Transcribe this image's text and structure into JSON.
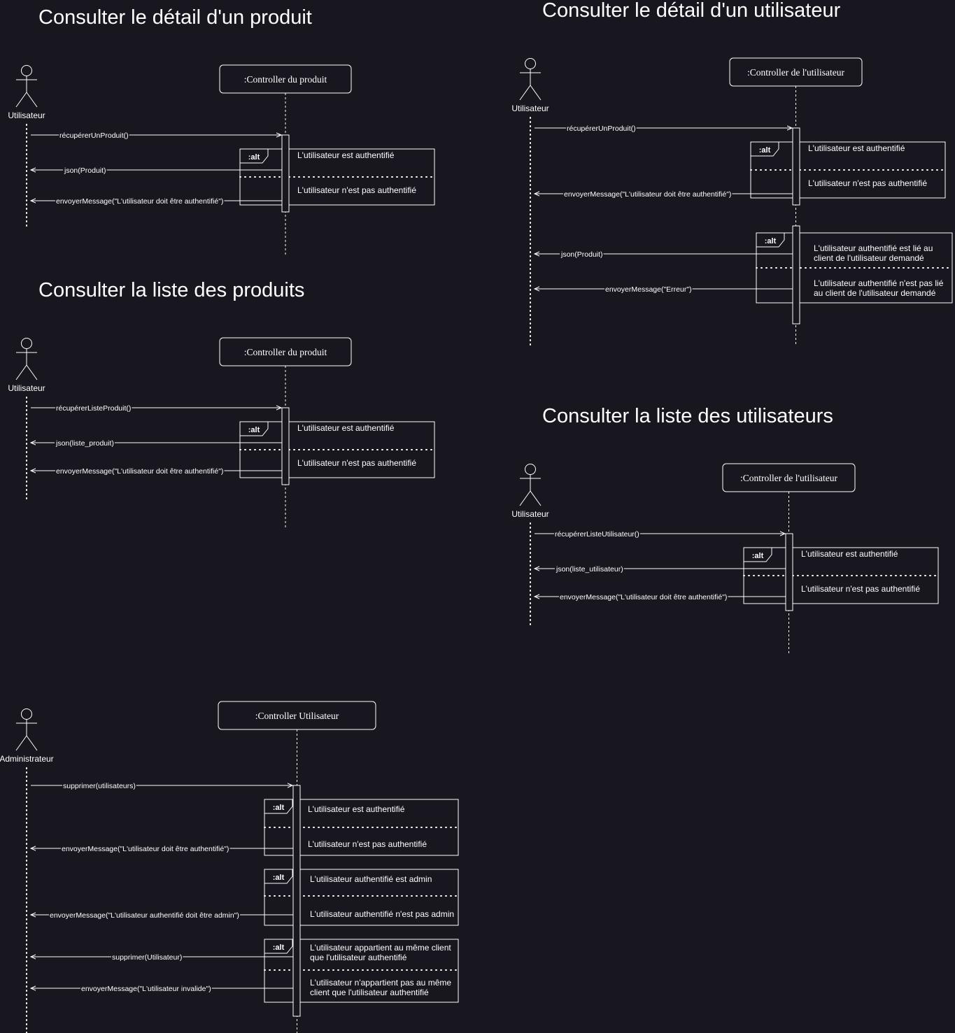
{
  "colors": {
    "background": "#18161f",
    "stroke": "#ffffff"
  },
  "diagrams": [
    {
      "title": "Consulter le détail d'un produit",
      "actor": "Utilisateur",
      "controller": ":Controller du produit",
      "messages": [
        "récupérerUnProduit()",
        "json(Produit)",
        "envoyerMessage(\"L'utilisateur doit être authentifié\")"
      ],
      "alts": [
        {
          "label": ":alt",
          "conditions": [
            "L'utilisateur est authentifié",
            "L'utilisateur n'est pas authentifié"
          ]
        }
      ]
    },
    {
      "title": "Consulter la liste des produits",
      "actor": "Utilisateur",
      "controller": ":Controller du produit",
      "messages": [
        "récupérerListeProduit()",
        "json(liste_produit)",
        "envoyerMessage(\"L'utilisateur doit être authentifié\")"
      ],
      "alts": [
        {
          "label": ":alt",
          "conditions": [
            "L'utilisateur est authentifié",
            "L'utilisateur n'est pas authentifié"
          ]
        }
      ]
    },
    {
      "title": "Consulter le détail d'un utilisateur",
      "actor": "Utilisateur",
      "controller": ":Controller de l'utilisateur",
      "messages": [
        "récupérerUnProduit()",
        "envoyerMessage(\"L'utilisateur doit être authentifié\")",
        "json(Produit)",
        "envoyerMessage(\"Erreur\")"
      ],
      "alts": [
        {
          "label": ":alt",
          "conditions": [
            "L'utilisateur est authentifié",
            "L'utilisateur n'est pas authentifié"
          ]
        },
        {
          "label": ":alt",
          "conditions": [
            [
              "L'utilisateur authentifié est lié au",
              "client de l'utilisateur demandé"
            ],
            [
              "L'utilisateur authentifié n'est pas lié",
              "au client de l'utilisateur demandé"
            ]
          ]
        }
      ]
    },
    {
      "title": "Consulter la liste des utilisateurs",
      "actor": "Utilisateur",
      "controller": ":Controller de l'utilisateur",
      "messages": [
        "récupérerListeUtilisateur()",
        "json(liste_utilisateur)",
        "envoyerMessage(\"L'utilisateur doit être authentifié\")"
      ],
      "alts": [
        {
          "label": ":alt",
          "conditions": [
            "L'utilisateur est authentifié",
            "L'utilisateur n'est pas authentifié"
          ]
        }
      ]
    },
    {
      "title": "",
      "actor": "Administrateur",
      "controller": ":Controller Utilisateur",
      "messages": [
        "supprimer(utilisateurs)",
        "envoyerMessage(\"L'utilisateur doit être authentifié\")",
        "envoyerMessage(\"L'utilisateur authentifié doit être admin\")",
        "supprimer(Utilisateur)",
        "envoyerMessage(\"L'utilisateur invalide\")"
      ],
      "alts": [
        {
          "label": ":alt",
          "conditions": [
            "L'utilisateur est authentifié",
            "L'utilisateur n'est pas authentifié"
          ]
        },
        {
          "label": ":alt",
          "conditions": [
            "L'utilisateur authentifié est admin",
            "L'utilisateur authentifié n'est pas admin"
          ]
        },
        {
          "label": ":alt",
          "conditions": [
            [
              "L'utilisateur appartient au même client",
              "que l'utilisateur authentifié"
            ],
            [
              "L'utilisateur n'appartient pas au même",
              "client que l'utilisateur authentifié"
            ]
          ]
        }
      ]
    }
  ]
}
